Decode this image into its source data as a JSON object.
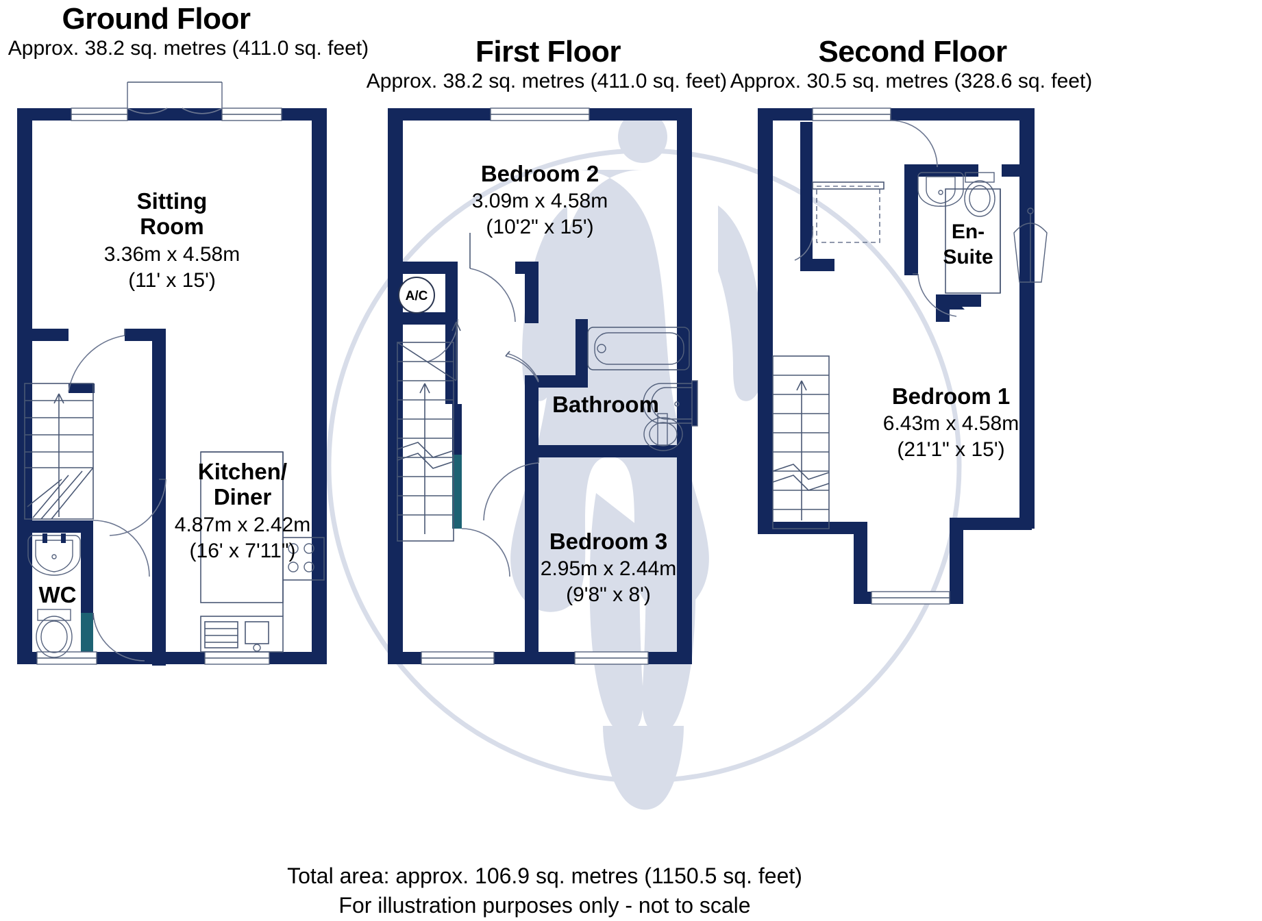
{
  "document": {
    "type": "property-floor-plan"
  },
  "floors": [
    {
      "id": "ground",
      "title": "Ground Floor",
      "area_text": "Approx. 38.2 sq. metres (411.0 sq. feet)",
      "rooms": [
        {
          "name_lines": [
            "Sitting",
            "Room"
          ],
          "name": "Sitting Room",
          "dim_metric": "3.36m x 4.58m",
          "dim_imperial": "(11' x 15')"
        },
        {
          "name_lines": [
            "Kitchen/",
            "Diner"
          ],
          "name": "Kitchen/ Diner",
          "dim_metric": "4.87m x 2.42m",
          "dim_imperial": "(16' x 7'11\")"
        },
        {
          "name_lines": [
            "WC"
          ],
          "name": "WC",
          "dim_metric": "",
          "dim_imperial": ""
        }
      ]
    },
    {
      "id": "first",
      "title": "First Floor",
      "area_text": "Approx. 38.2 sq. metres (411.0 sq. feet)",
      "rooms": [
        {
          "name_lines": [
            "Bedroom 2"
          ],
          "name": "Bedroom 2",
          "dim_metric": "3.09m x 4.58m",
          "dim_imperial": "(10'2\" x 15')"
        },
        {
          "name_lines": [
            "Bathroom"
          ],
          "name": "Bathroom",
          "dim_metric": "",
          "dim_imperial": ""
        },
        {
          "name_lines": [
            "Bedroom 3"
          ],
          "name": "Bedroom 3",
          "dim_metric": "2.95m x 2.44m",
          "dim_imperial": "(9'8\" x 8')"
        }
      ],
      "annotations": [
        {
          "label": "A/C",
          "kind": "airing-cupboard-marker"
        }
      ]
    },
    {
      "id": "second",
      "title": "Second Floor",
      "area_text": "Approx. 30.5 sq. metres (328.6 sq. feet)",
      "rooms": [
        {
          "name_lines": [
            "En-",
            "Suite"
          ],
          "name": "En-Suite",
          "dim_metric": "",
          "dim_imperial": ""
        },
        {
          "name_lines": [
            "Bedroom 1"
          ],
          "name": "Bedroom 1",
          "dim_metric": "6.43m x 4.58m",
          "dim_imperial": "(21'1\" x 15')"
        }
      ]
    }
  ],
  "footer": {
    "total_area": "Total area: approx. 106.9 sq. metres (1150.5 sq. feet)",
    "disclaimer": "For illustration purposes only - not to scale"
  },
  "colors": {
    "wall": "#13275c",
    "wall_accent": "#1d6273",
    "watermark": "#d8dde9",
    "text": "#000000",
    "background": "#ffffff"
  }
}
